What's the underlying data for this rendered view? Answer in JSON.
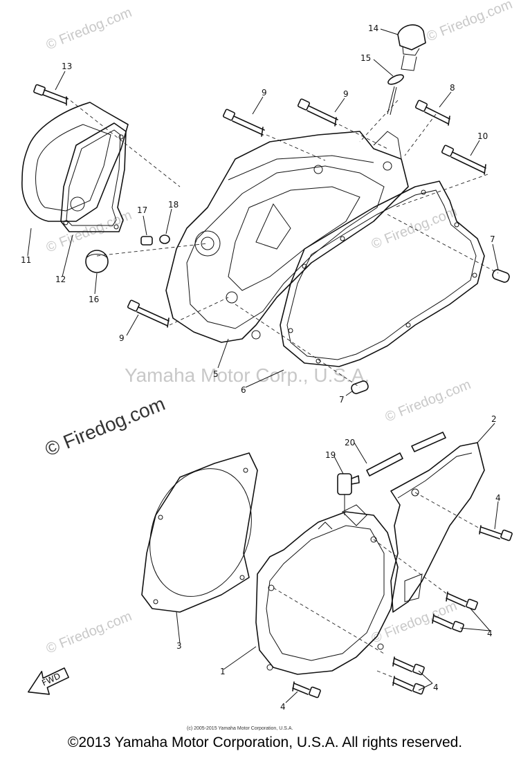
{
  "watermarks": {
    "center": "Yamaha Motor Corp., U.S.A.",
    "big": "© Firedog.com",
    "small": "© Firedog.com"
  },
  "labels": {
    "p1": "1",
    "p2": "2",
    "p3": "3",
    "p4": "4",
    "p5": "5",
    "p6": "6",
    "p7": "7",
    "p8": "8",
    "p9": "9",
    "p10": "10",
    "p11": "11",
    "p12": "12",
    "p13": "13",
    "p14": "14",
    "p15": "15",
    "p16": "16",
    "p17": "17",
    "p18": "18",
    "p19": "19",
    "p20": "20"
  },
  "fwd": "FWD",
  "credit": "(c) 2005-2015 Yamaha Motor Corporation, U.S.A.",
  "footer": "©2013 Yamaha Motor Corporation, U.S.A. All rights reserved."
}
